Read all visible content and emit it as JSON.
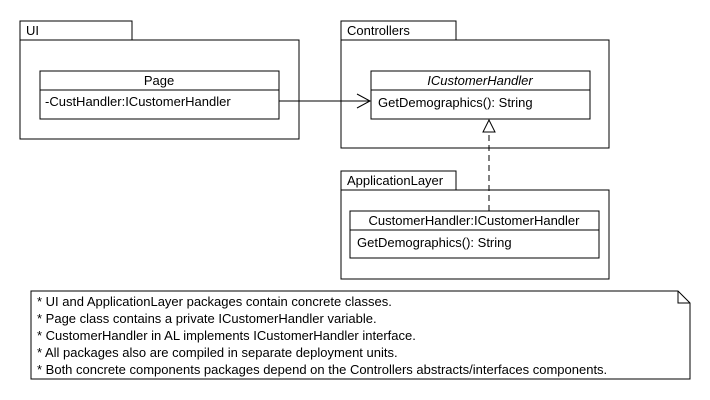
{
  "packages": {
    "ui": {
      "name": "UI"
    },
    "controllers": {
      "name": "Controllers"
    },
    "application_layer": {
      "name": "ApplicationLayer"
    }
  },
  "classes": {
    "page": {
      "name": "Page",
      "attribute": "-CustHandler:ICustomerHandler"
    },
    "icustomer_handler": {
      "name": "ICustomerHandler",
      "operation": "GetDemographics(): String"
    },
    "customer_handler": {
      "name": "CustomerHandler:ICustomerHandler",
      "operation": "GetDemographics(): String"
    }
  },
  "note": {
    "lines": [
      "* UI and ApplicationLayer packages contain concrete classes.",
      "* Page class contains a private ICustomerHandler variable.",
      "* CustomerHandler in AL implements ICustomerHandler interface.",
      "* All packages also are compiled in separate deployment units.",
      "* Both concrete components packages depend on the Controllers abstracts/interfaces components."
    ]
  }
}
